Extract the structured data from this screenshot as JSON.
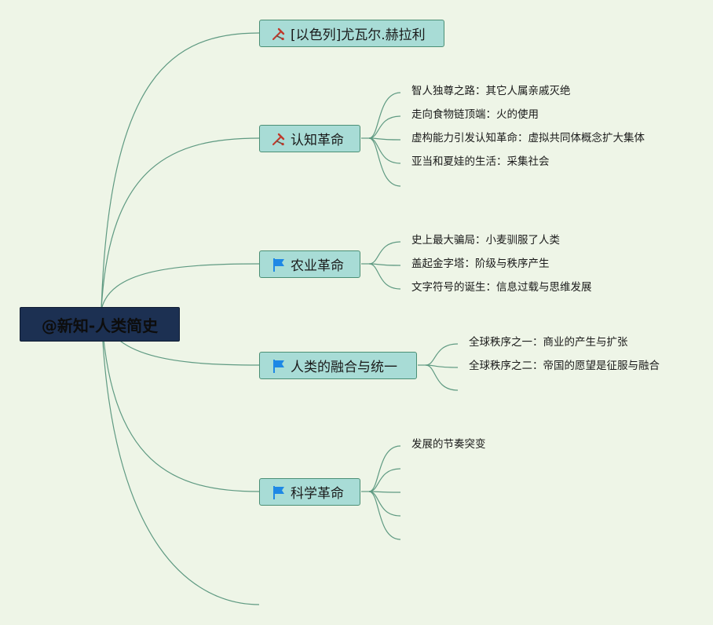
{
  "mindmap": {
    "root": {
      "label": "@新知-人类简史"
    },
    "topics": [
      {
        "id": "israel",
        "label": "[以色列]尤瓦尔.赫拉利",
        "icon": "tools-icon",
        "children": []
      },
      {
        "id": "cognitive",
        "label": "认知革命",
        "icon": "tools-icon",
        "children": [
          "智人独尊之路：其它人属亲戚灭绝",
          "走向食物链顶端：火的使用",
          "虚构能力引发认知革命：虚拟共同体概念扩大集体",
          "亚当和夏娃的生活：采集社会",
          ""
        ]
      },
      {
        "id": "agricultural",
        "label": "农业革命",
        "icon": "flag-icon",
        "children": [
          "史上最大骗局：小麦驯服了人类",
          "盖起金字塔：阶级与秩序产生",
          "文字符号的诞生：信息过载与思维发展"
        ]
      },
      {
        "id": "unification",
        "label": "人类的融合与统一",
        "icon": "flag-icon",
        "children": [
          "全球秩序之一：商业的产生与扩张",
          "全球秩序之二：帝国的愿望是征服与融合",
          ""
        ]
      },
      {
        "id": "scientific",
        "label": "科学革命",
        "icon": "flag-icon",
        "children": [
          "发展的节奏突变",
          "",
          "",
          "",
          ""
        ]
      }
    ]
  },
  "colors": {
    "background": "#eef5e7",
    "root_fill": "#1c3052",
    "topic_fill": "#a8dcd6",
    "topic_border": "#4b8f75",
    "connector": "#5f9a82",
    "tools_icon": "#c0392b",
    "flag_icon": "#1e88e5"
  }
}
